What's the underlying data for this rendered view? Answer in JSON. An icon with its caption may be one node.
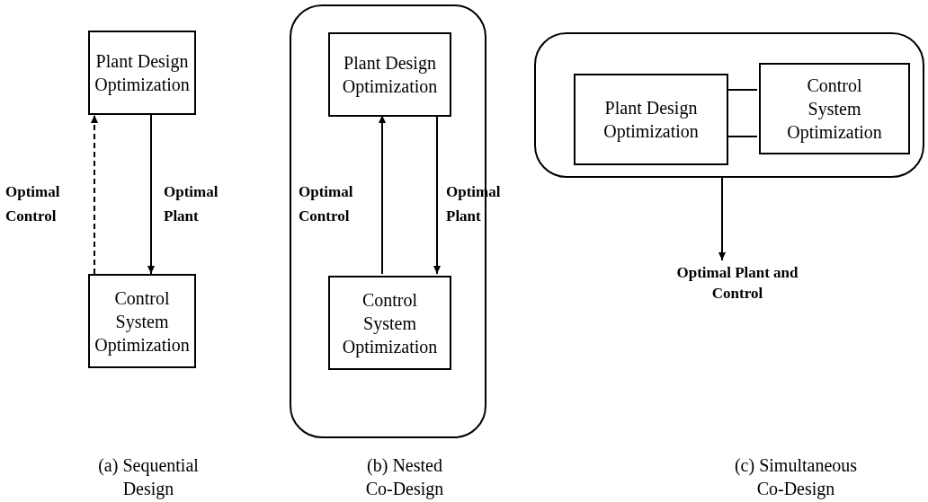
{
  "diagram": {
    "nodes": [
      {
        "text": [
          "Plant Design Optimization"
        ]
      },
      {
        "text": [
          "Control System Optimization"
        ]
      },
      {
        "text": [],
        "shape": "box"
      },
      {
        "text": [
          "Plant Design Optimization"
        ],
        "in": 2
      },
      {
        "text": [
          "Control System Optimization"
        ],
        "in": 2
      },
      {
        "text": [],
        "shape": "box"
      },
      {
        "text": [
          "Plant Design Optimization"
        ],
        "in": 5
      },
      {
        "text": [
          "Control System Optimization"
        ],
        "in": 5
      },
      {
        "text": [
          "Optimal Plant and Control"
        ]
      }
    ],
    "edges": [
      {
        "from": 1,
        "to": 0,
        "arrow": "to",
        "style": "dashed",
        "label": "Optimal Control"
      },
      {
        "from": 0,
        "to": 1,
        "arrow": "to",
        "label": "Optimal Plant"
      },
      {
        "from": 4,
        "to": 3,
        "arrow": "to",
        "label": "Optimal Control"
      },
      {
        "from": 3,
        "to": 4,
        "arrow": "to",
        "label": "Optimal Plant"
      },
      {
        "from": 6,
        "to": 7,
        "arrow": "none"
      },
      {
        "from": 6,
        "to": 7,
        "arrow": "none"
      },
      {
        "from": 5,
        "to": 8,
        "arrow": "to"
      }
    ],
    "labels": [
      "(a) Sequential Design",
      "(b) Nested Co-Design",
      "(c) Simultaneous Co-Design"
    ]
  }
}
